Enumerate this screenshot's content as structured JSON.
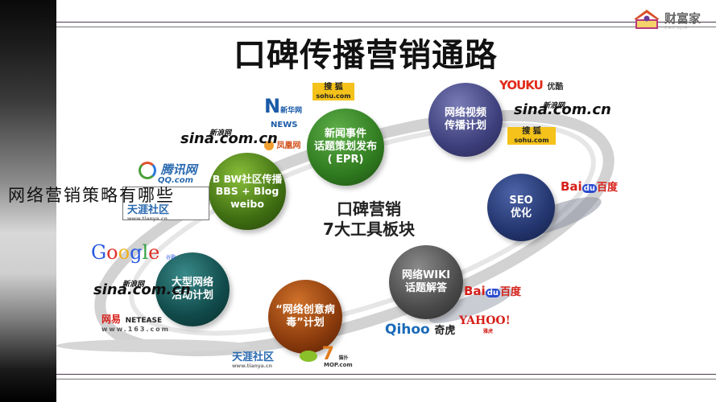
{
  "slide": {
    "title": "口碑传播营销通路",
    "brand_logo": {
      "name": "财富家",
      "sub": "CAIFUJIA"
    },
    "overlay_caption": "网络营销策略有哪些",
    "center_label": "口碑营销\n7大工具板块"
  },
  "nodes": [
    {
      "id": "epr",
      "label": "新闻事件\n话题策划发布\n( EPR)",
      "color": "#2f7a1f"
    },
    {
      "id": "video",
      "label": "网络视频\n传播计划",
      "color": "#3d3f7c"
    },
    {
      "id": "seo",
      "label": "SEO\n优化",
      "color": "#23356e"
    },
    {
      "id": "wiki",
      "label": "网络WIKI\n话题解答",
      "color": "#4a4a4a"
    },
    {
      "id": "viral",
      "label": "“网络创意病\n毒”计划",
      "color": "#8a3a0c"
    },
    {
      "id": "event",
      "label": "大型网络\n活动计划",
      "color": "#114a4a"
    },
    {
      "id": "bbs",
      "label": "B BW社区传播\nBBS + Blog\nweibo",
      "color": "#3f6e12"
    }
  ],
  "brands": {
    "sohu_top": {
      "cn": "搜  狐",
      "en": "sohu.com"
    },
    "xinhua": {
      "cn": "新华网",
      "en": "NEWS"
    },
    "fenghuang": {
      "cn": "凤凰网"
    },
    "sina_1": {
      "cn": "新浪网",
      "en": "sina.com.cn"
    },
    "qq": {
      "cn": "腾讯网",
      "en": "QQ.com"
    },
    "tianya_1": {
      "cn": "天涯社区",
      "en": "www.tianya.cn"
    },
    "youku": {
      "en": "YOUKU",
      "cn": "优酷"
    },
    "sina_2": {
      "cn": "新浪网",
      "en": "sina.com.cn"
    },
    "sohu_right": {
      "cn": "搜  狐",
      "en": "sohu.com"
    },
    "baidu_1": {
      "en": "Bai",
      "mid": "du",
      "cn": "百度"
    },
    "google": {
      "en": "Google",
      "cn": "谷歌"
    },
    "sina_3": {
      "cn": "新浪网",
      "en": "sina.com.cn"
    },
    "netease": {
      "cn": "网易",
      "en": "NETEASE",
      "url": "www.163.com"
    },
    "tianya_2": {
      "cn": "天涯社区",
      "en": "www.tianya.cn"
    },
    "mop": {
      "num": "7",
      "cn": "猫扑",
      "en": "MOP.com"
    },
    "baidu_2": {
      "en": "Bai",
      "mid": "du",
      "cn": "百度"
    },
    "yahoo": {
      "en": "YAHOO!",
      "cn": "雅虎"
    },
    "qihoo": {
      "en": "Qihoo",
      "cn": "奇虎"
    }
  },
  "colors": {
    "title": "#111111",
    "rule": "#555555",
    "sidebar_top": "#0a0a0a",
    "swoosh": "#c8c8c8"
  }
}
